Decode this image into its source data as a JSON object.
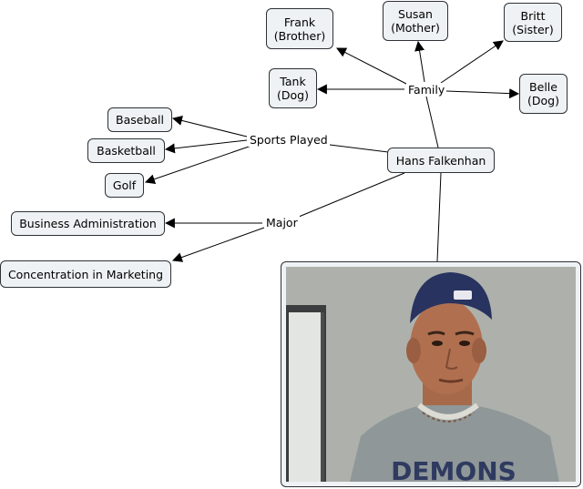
{
  "map": {
    "center": "Hans Falkenhan",
    "links": {
      "family": "Family",
      "sports": "Sports Played",
      "major": "Major"
    },
    "family": {
      "frank": "Frank\n(Brother)",
      "susan": "Susan\n(Mother)",
      "britt": "Britt\n(Sister)",
      "tank": "Tank\n(Dog)",
      "belle": "Belle\n(Dog)"
    },
    "sports": {
      "baseball": "Baseball",
      "basketball": "Basketball",
      "golf": "Golf"
    },
    "major": {
      "business": "Business Administration",
      "marketing": "Concentration in Marketing"
    },
    "photo": {
      "shirt_text": "DEMONS"
    }
  },
  "colors": {
    "node_fill": "#eef2f4",
    "node_border": "#2e3136",
    "edge": "#000000"
  }
}
